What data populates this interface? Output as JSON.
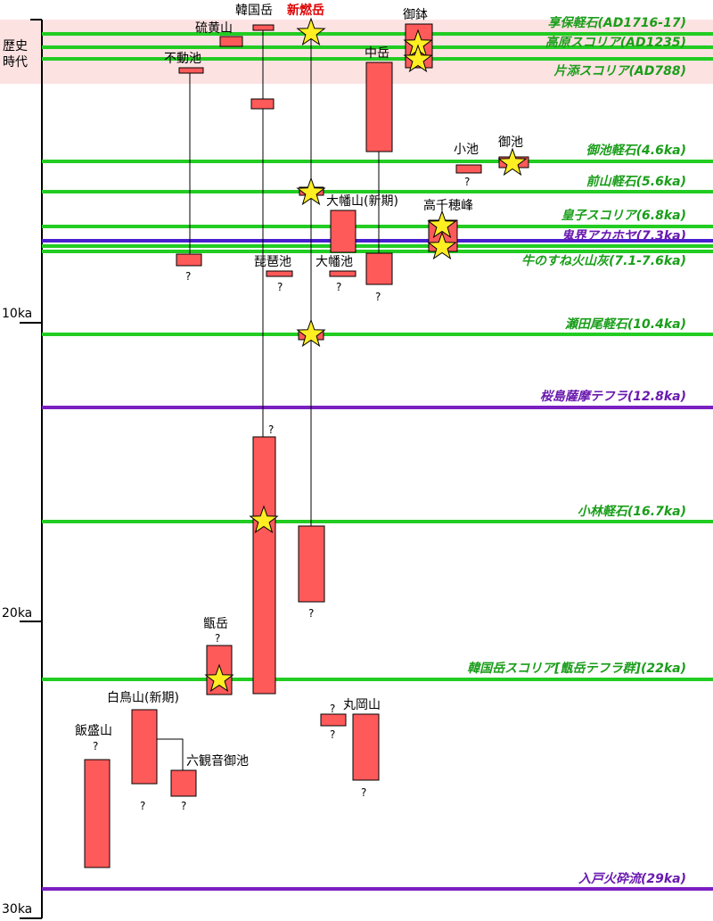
{
  "axis": {
    "top_label_1": "歴史",
    "top_label_2": "時代",
    "ticks": [
      "10ka",
      "20ka",
      "30ka"
    ]
  },
  "colors": {
    "green": "#22cc22",
    "green_text": "#1a9e1a",
    "purple": "#7a1fc0",
    "purple_text": "#6a1ab0",
    "box_fill": "#ff5a5a",
    "star_fill": "#ffee22",
    "historic_band": "#fde2e2",
    "shinmoedake_title": "#e00000"
  },
  "tephra": [
    {
      "label": "享保軽石(AD1716-17)",
      "color": "green"
    },
    {
      "label": "高原スコリア(AD1235)",
      "color": "green"
    },
    {
      "label": "片添スコリア(AD788)",
      "color": "green"
    },
    {
      "label": "御池軽石(4.6ka)",
      "color": "green"
    },
    {
      "label": "前山軽石(5.6ka)",
      "color": "green"
    },
    {
      "label": "皇子スコリア(6.8ka)",
      "color": "green"
    },
    {
      "label": "鬼界アカホヤ(7.3ka)",
      "color": "purple"
    },
    {
      "label": "牛のすね火山灰(7.1-7.6ka)",
      "color": "green"
    },
    {
      "label": "瀬田尾軽石(10.4ka)",
      "color": "green"
    },
    {
      "label": "桜島薩摩テフラ(12.8ka)",
      "color": "purple"
    },
    {
      "label": "小林軽石(16.7ka)",
      "color": "green"
    },
    {
      "label": "韓国岳スコリア[甑岳テフラ群](22ka)",
      "color": "green"
    },
    {
      "label": "入戸火砕流(29ka)",
      "color": "purple"
    }
  ],
  "volcanoes": [
    {
      "name": "硫黄山"
    },
    {
      "name": "韓国岳"
    },
    {
      "name": "新燃岳"
    },
    {
      "name": "御鉢"
    },
    {
      "name": "不動池"
    },
    {
      "name": "中岳"
    },
    {
      "name": "小池"
    },
    {
      "name": "御池"
    },
    {
      "name": "大幡山(新期)"
    },
    {
      "name": "高千穂峰"
    },
    {
      "name": "琵琶池"
    },
    {
      "name": "大幡池"
    },
    {
      "name": "甑岳"
    },
    {
      "name": "白鳥山(新期)"
    },
    {
      "name": "飯盛山"
    },
    {
      "name": "六観音御池"
    },
    {
      "name": "丸岡山"
    }
  ],
  "question_mark": "?"
}
